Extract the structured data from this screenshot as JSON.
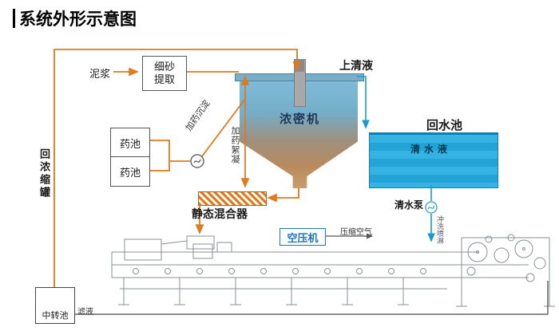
{
  "title": "系统外形示意图",
  "labels": {
    "mud": "泥浆",
    "sand_extract": "细砂提取",
    "supernatant": "上清液",
    "thickener": "浓密机",
    "return_pool": "回水池",
    "clear_water": "清水液",
    "chem_pool_1": "药池",
    "chem_pool_2": "药池",
    "dosing_sediment": "加药沉淀",
    "dosing_flocculation": "加药絮凝",
    "static_mixer": "静态混合器",
    "air_compressor": "空压机",
    "compressed_air": "压缩空气",
    "clear_water_pump": "清水泵",
    "flush_spray": "冲洗喷淋",
    "return_to_thickener": "回浓缩罐",
    "transfer_pool": "中转池",
    "filtrate": "滤液"
  },
  "colors": {
    "pipe_orange": "#e07a1f",
    "water_blue": "#1a9ad0",
    "machine_gray": "#8a9096",
    "compressor_blue": "#2277bb"
  }
}
